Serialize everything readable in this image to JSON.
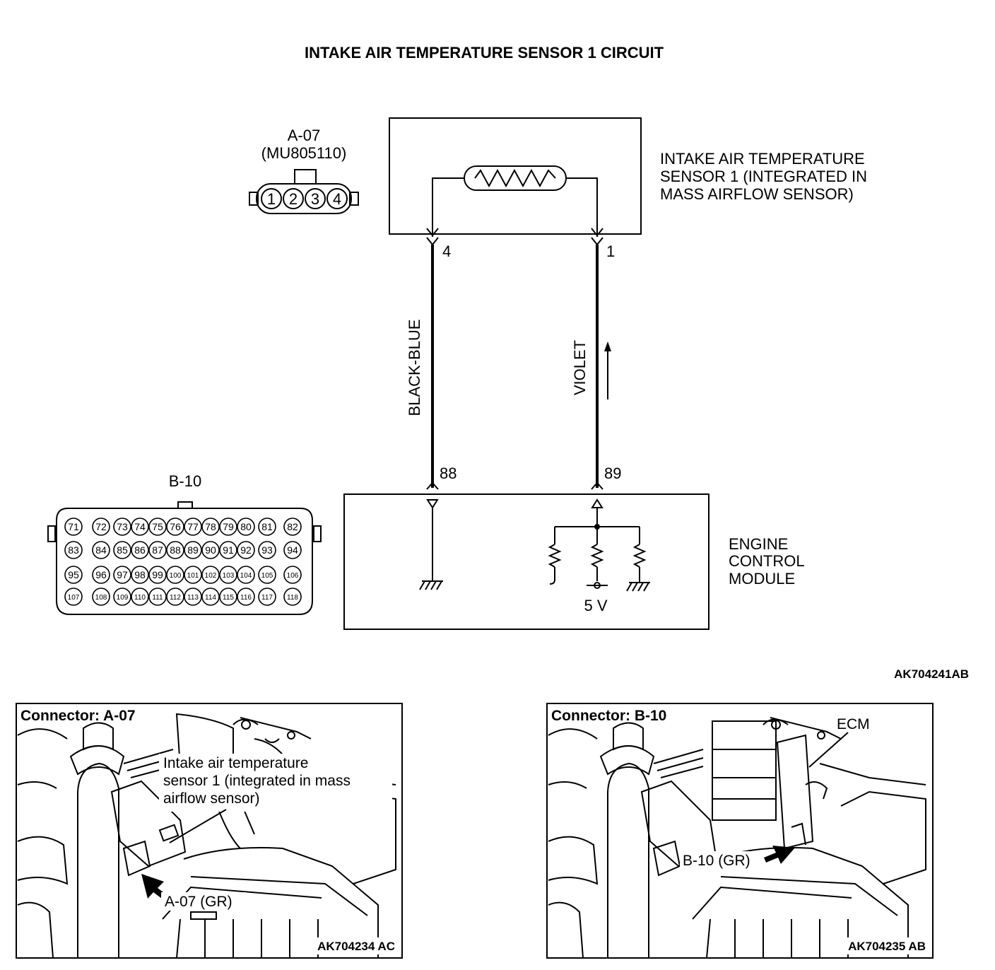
{
  "title": "INTAKE AIR TEMPERATURE SENSOR 1 CIRCUIT",
  "connector_a07": {
    "name": "A-07",
    "part_number": "(MU805110)",
    "pins": [
      "1",
      "2",
      "3",
      "4"
    ]
  },
  "sensor": {
    "label_lines": [
      "INTAKE AIR TEMPERATURE",
      "SENSOR 1 (INTEGRATED IN",
      "MASS AIRFLOW SENSOR)"
    ]
  },
  "wires": [
    {
      "sensor_pin": "4",
      "ecm_pin": "88",
      "color": "BLACK-BLUE"
    },
    {
      "sensor_pin": "1",
      "ecm_pin": "89",
      "color": "VIOLET"
    }
  ],
  "ecm": {
    "label_lines": [
      "ENGINE",
      "CONTROL",
      "MODULE"
    ],
    "voltage": "5 V"
  },
  "connector_b10": {
    "name": "B-10",
    "rows": [
      [
        "71",
        "72",
        "73",
        "74",
        "75",
        "76",
        "77",
        "78",
        "79",
        "80",
        "81",
        "82"
      ],
      [
        "83",
        "84",
        "85",
        "86",
        "87",
        "88",
        "89",
        "90",
        "91",
        "92",
        "93",
        "94"
      ],
      [
        "95",
        "96",
        "97",
        "98",
        "99",
        "100",
        "101",
        "102",
        "103",
        "104",
        "105",
        "106"
      ],
      [
        "107",
        "108",
        "109",
        "110",
        "111",
        "112",
        "113",
        "114",
        "115",
        "116",
        "117",
        "118"
      ]
    ]
  },
  "diagram_code": "AK704241AB",
  "photo_left": {
    "heading": "Connector: A-07",
    "note_lines": [
      "Intake air temperature",
      "sensor 1 (integrated in mass",
      "airflow sensor)"
    ],
    "connector_label": "A-07 (GR)",
    "code": "AK704234 AC"
  },
  "photo_right": {
    "heading": "Connector: B-10",
    "ecm_label": "ECM",
    "connector_label": "B-10 (GR)",
    "code": "AK704235 AB"
  }
}
